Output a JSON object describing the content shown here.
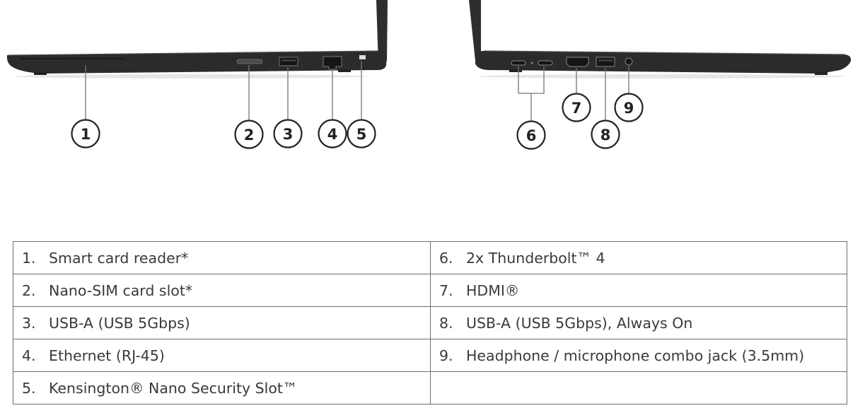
{
  "callouts": [
    "1",
    "2",
    "3",
    "4",
    "5",
    "6",
    "7",
    "8",
    "9"
  ],
  "colors": {
    "chassis": "#2b2b2b",
    "chassis_edge": "#3d3d3d",
    "callout_ring": "#222222",
    "leader_line": "#777777",
    "table_border": "#6f6f6f",
    "text": "#3a3a3a"
  },
  "icons": {
    "laptop_left_side": "laptop-left-side-view",
    "laptop_right_side": "laptop-right-side-view"
  },
  "ports": [
    {
      "number": "1.",
      "label": "Smart card reader*"
    },
    {
      "number": "2.",
      "label": "Nano-SIM card slot*"
    },
    {
      "number": "3.",
      "label": "USB-A (USB 5Gbps)"
    },
    {
      "number": "4.",
      "label": "Ethernet (RJ-45)"
    },
    {
      "number": "5.",
      "label": "Kensington® Nano Security Slot™"
    },
    {
      "number": "6.",
      "label": "2x Thunderbolt™ 4"
    },
    {
      "number": "7.",
      "label": "HDMI®"
    },
    {
      "number": "8.",
      "label": "USB-A (USB 5Gbps), Always On"
    },
    {
      "number": "9.",
      "label": "Headphone / microphone combo jack (3.5mm)"
    }
  ]
}
